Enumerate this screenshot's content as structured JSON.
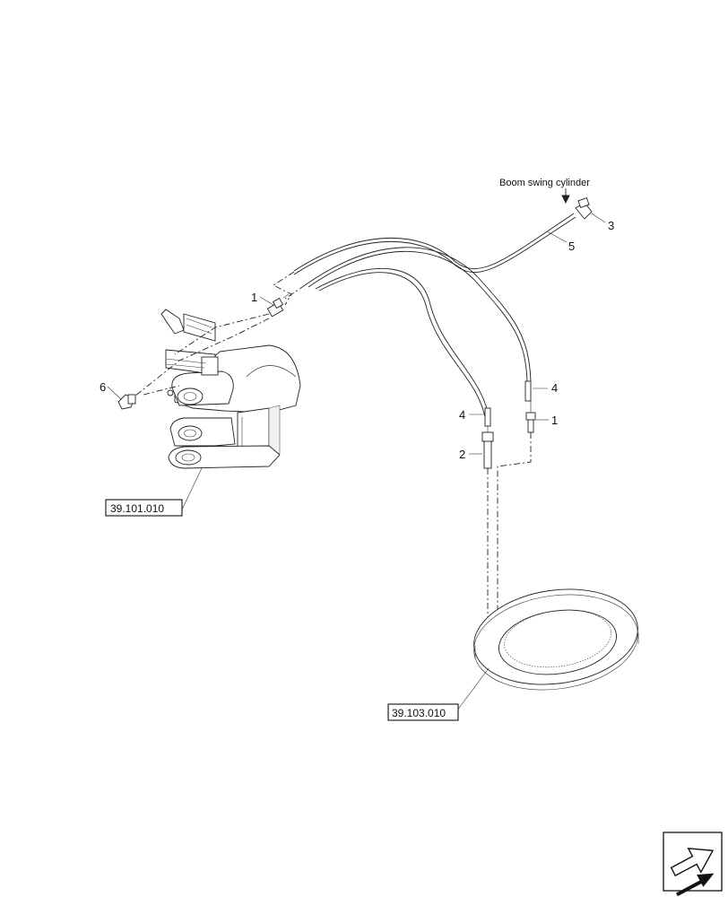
{
  "annotation": {
    "text": "Boom swing cylinder"
  },
  "callouts": {
    "item_1_left": "1",
    "item_1_right": "1",
    "item_2": "2",
    "item_3": "3",
    "item_4_left": "4",
    "item_4_right": "4",
    "item_5": "5",
    "item_6": "6"
  },
  "refs": {
    "boom_bracket": "39.101.010",
    "slewing_ring": "39.103.010"
  },
  "nav_icon": "arrow-pointer-icon"
}
